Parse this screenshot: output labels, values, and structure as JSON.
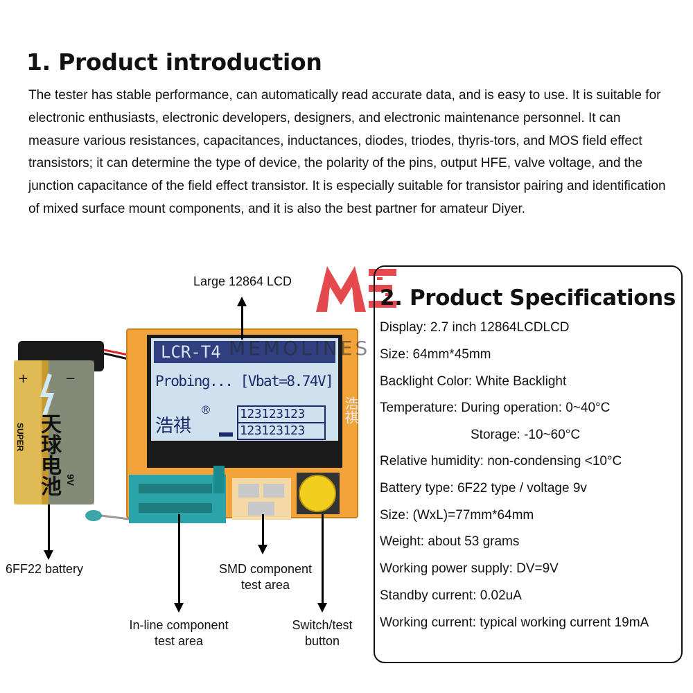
{
  "intro": {
    "title": "1. Product introduction",
    "body": "The tester has stable performance, can automatically read accurate data, and is easy to use. It is suitable for electronic enthusiasts, electronic developers, designers, and electronic maintenance personnel. It can measure various resistances, capacitances, inductances, diodes, triodes, thyris-tors, and MOS field effect transistors; it can determine the type of device, the polarity of the pins, output HFE, valve voltage, and the junction capacitance of the field effect transistor. It is especially suitable for transistor pairing and identification of mixed surface mount components, and it is also the best partner for amateur Diyer."
  },
  "specs": {
    "title": "2. Product Specifications",
    "items": [
      "Display: 2.7 inch 12864LCDLCD",
      "Size: 64mm*45mm",
      "Backlight Color: White Backlight",
      "Temperature: During operation: 0~40°C",
      "Storage: -10~60°C",
      "Relative humidity: non-condensing <10°C",
      "Battery type: 6F22 type / voltage 9v",
      "Size: (WxL)=77mm*64mm",
      "Weight: about 53 grams",
      "Working power supply: DV=9V",
      "Standby current: 0.02uA",
      "Working current: typical working current 19mA"
    ]
  },
  "callouts": {
    "lcd": "Large 12864 LCD",
    "battery": "6FF22 battery",
    "smd": "SMD component test area",
    "inline": "In-line component test area",
    "switch": "Switch/test button"
  },
  "device": {
    "lcd_line1": "LCR-T4",
    "lcd_line2": "Probing... [Vbat=8.74V]",
    "lcd_brand": "浩祺",
    "lcd_reg": "®",
    "lcd_digits1": "123123123",
    "lcd_digits2": "123123123",
    "battery_brand": "天球电池",
    "battery_super": "SUPER",
    "battery_volt": "9V",
    "board_side_text": "浩祺"
  },
  "watermark": "MEMOLINES",
  "colors": {
    "board": "#f2a33a",
    "lcd_bg": "#cfe0ee",
    "lcd_text": "#1a2a6a",
    "zif_socket": "#2aa4a8",
    "button_cap": "#f2cf1e",
    "logo_red": "#e5484d"
  }
}
